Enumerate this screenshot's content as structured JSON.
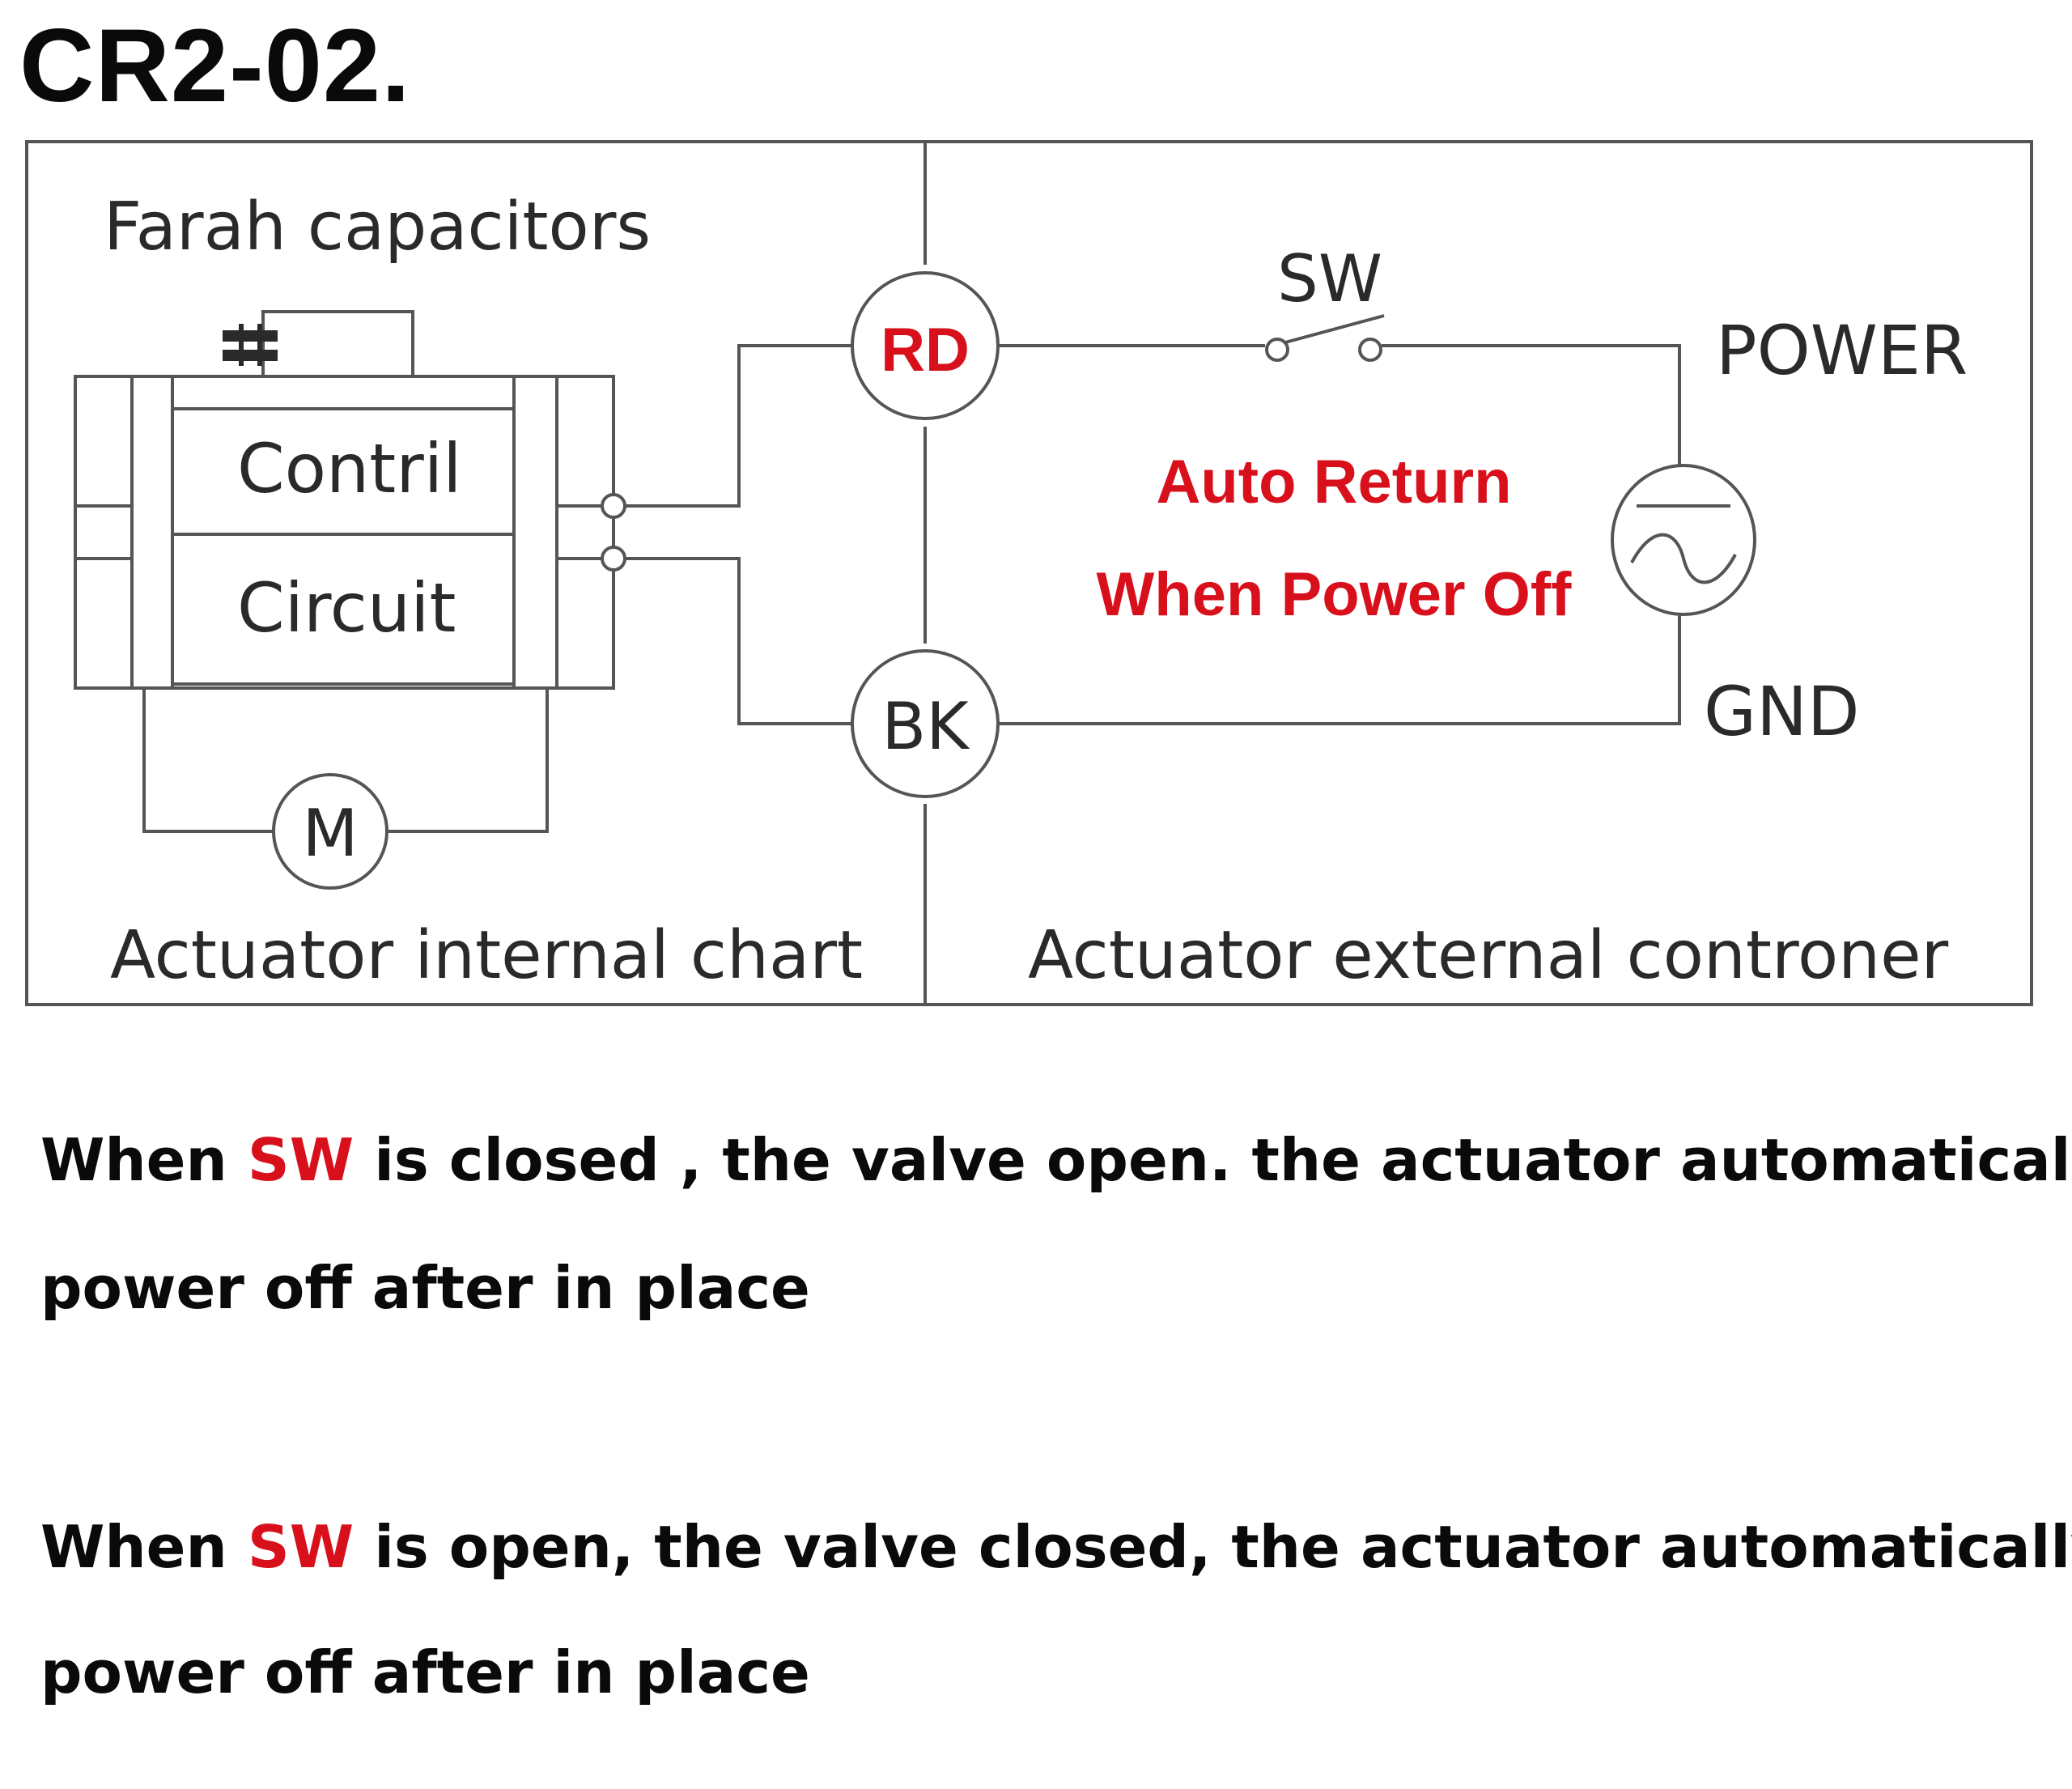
{
  "title": "CR2-02.",
  "diagram": {
    "capacitor_label": "Farah capacitors",
    "control_label": "Contril",
    "circuit_label": "Circuit",
    "motor_label": "M",
    "internal_caption": "Actuator internal chart",
    "external_caption": "Actuator external controner",
    "rd_label": "RD",
    "bk_label": "BK",
    "switch_label": "SW",
    "power_label": "POWER",
    "gnd_label": "GND",
    "auto_return_line1": "Auto Return",
    "auto_return_line2": "When Power Off"
  },
  "notes": [
    {
      "prefix": "When ",
      "highlight": "SW",
      "line1_rest": " is closed , the valve open. the actuator automatically",
      "line2": "power off after in place"
    },
    {
      "prefix": "When ",
      "highlight": "SW",
      "line1_rest": " is open, the valve closed, the actuator automatically",
      "line2": "power off after in place"
    }
  ],
  "colors": {
    "accent_red": "#d8101c",
    "line": "#555555",
    "text": "#0a0a0a"
  }
}
